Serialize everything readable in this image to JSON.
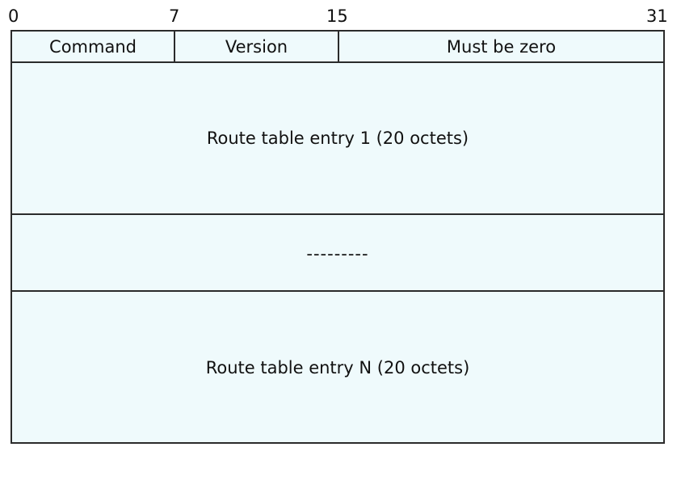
{
  "bit_positions": [
    "0",
    "7",
    "15",
    "31"
  ],
  "header_fields": {
    "command": "Command",
    "version": "Version",
    "must_be_zero": "Must be zero"
  },
  "rows": {
    "entry_1": "Route table entry 1 (20 octets)",
    "ellipsis": "---------",
    "entry_n": "Route table entry N (20 octets)"
  },
  "colors": {
    "fill": "#effafc",
    "border": "#2b2b2b",
    "text": "#111111"
  }
}
